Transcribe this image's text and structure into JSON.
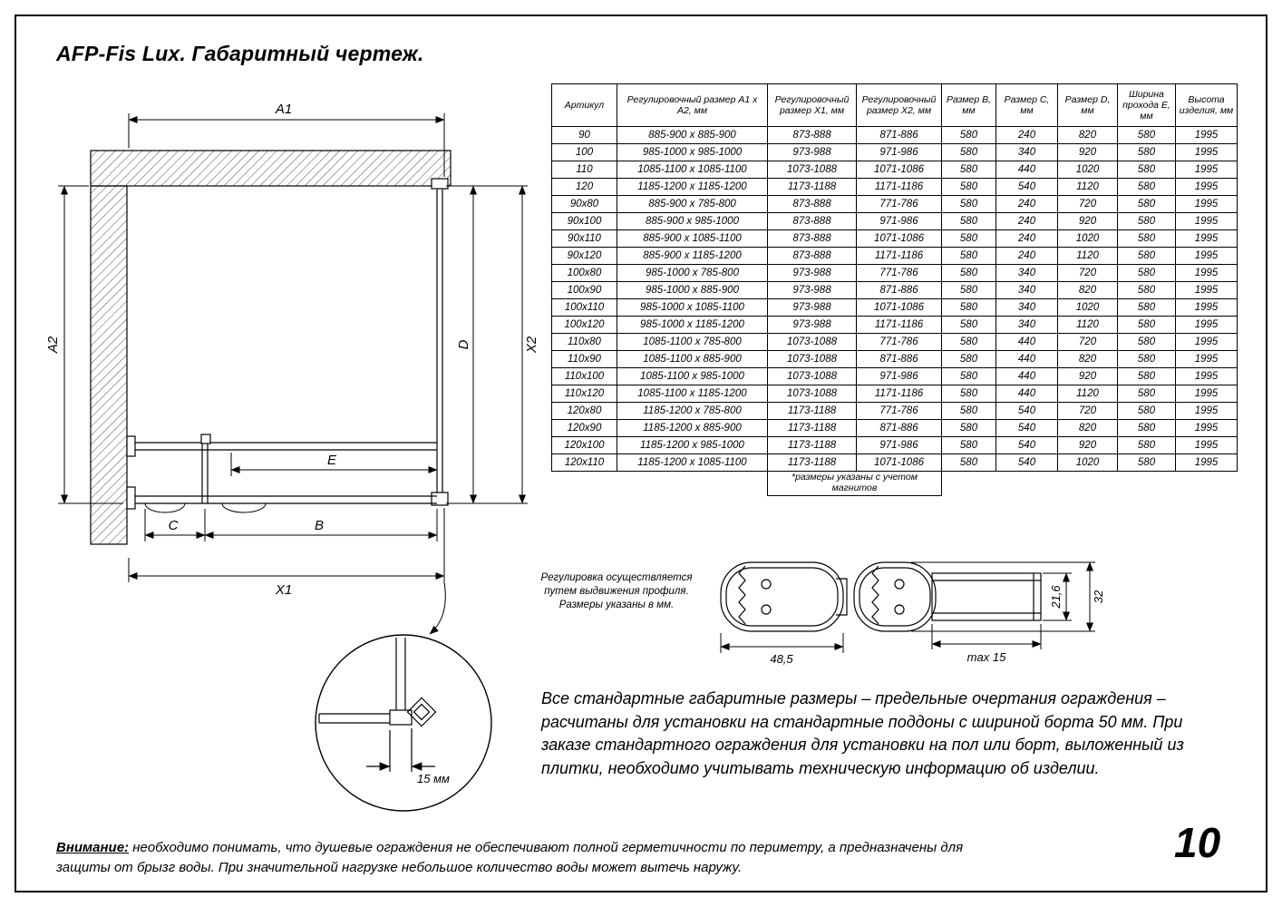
{
  "colors": {
    "ink": "#000000",
    "paper": "#ffffff"
  },
  "header": {
    "title": "AFP-Fis Lux. Габаритный чертеж."
  },
  "drawing": {
    "labels": {
      "a1": "A1",
      "a2": "A2",
      "x1": "X1",
      "x2": "X2",
      "b": "B",
      "c": "C",
      "d": "D",
      "e": "E"
    },
    "detail_dim": "15 мм"
  },
  "profiles": {
    "width": "48,5",
    "max_depth": "max 15",
    "inner_height": "21,6",
    "full_height": "32"
  },
  "table": {
    "headers": [
      "Артикул",
      "Регулировочный размер A1 x A2, мм",
      "Регулировочный размер X1, мм",
      "Регулировочный размер X2, мм",
      "Размер B, мм",
      "Размер C, мм",
      "Размер D, мм",
      "Ширина прохода E, мм",
      "Высота изделия, мм"
    ],
    "rows": [
      [
        "90",
        "885-900 x 885-900",
        "873-888",
        "871-886",
        "580",
        "240",
        "820",
        "580",
        "1995"
      ],
      [
        "100",
        "985-1000 x 985-1000",
        "973-988",
        "971-986",
        "580",
        "340",
        "920",
        "580",
        "1995"
      ],
      [
        "110",
        "1085-1100 x 1085-1100",
        "1073-1088",
        "1071-1086",
        "580",
        "440",
        "1020",
        "580",
        "1995"
      ],
      [
        "120",
        "1185-1200 x 1185-1200",
        "1173-1188",
        "1171-1186",
        "580",
        "540",
        "1120",
        "580",
        "1995"
      ],
      [
        "90x80",
        "885-900 x 785-800",
        "873-888",
        "771-786",
        "580",
        "240",
        "720",
        "580",
        "1995"
      ],
      [
        "90x100",
        "885-900 x 985-1000",
        "873-888",
        "971-986",
        "580",
        "240",
        "920",
        "580",
        "1995"
      ],
      [
        "90x110",
        "885-900 x 1085-1100",
        "873-888",
        "1071-1086",
        "580",
        "240",
        "1020",
        "580",
        "1995"
      ],
      [
        "90x120",
        "885-900 x 1185-1200",
        "873-888",
        "1171-1186",
        "580",
        "240",
        "1120",
        "580",
        "1995"
      ],
      [
        "100x80",
        "985-1000 x 785-800",
        "973-988",
        "771-786",
        "580",
        "340",
        "720",
        "580",
        "1995"
      ],
      [
        "100x90",
        "985-1000 x 885-900",
        "973-988",
        "871-886",
        "580",
        "340",
        "820",
        "580",
        "1995"
      ],
      [
        "100x110",
        "985-1000 x 1085-1100",
        "973-988",
        "1071-1086",
        "580",
        "340",
        "1020",
        "580",
        "1995"
      ],
      [
        "100x120",
        "985-1000 x 1185-1200",
        "973-988",
        "1171-1186",
        "580",
        "340",
        "1120",
        "580",
        "1995"
      ],
      [
        "110x80",
        "1085-1100 x 785-800",
        "1073-1088",
        "771-786",
        "580",
        "440",
        "720",
        "580",
        "1995"
      ],
      [
        "110x90",
        "1085-1100 x 885-900",
        "1073-1088",
        "871-886",
        "580",
        "440",
        "820",
        "580",
        "1995"
      ],
      [
        "110x100",
        "1085-1100 x 985-1000",
        "1073-1088",
        "971-986",
        "580",
        "440",
        "920",
        "580",
        "1995"
      ],
      [
        "110x120",
        "1085-1100 x 1185-1200",
        "1073-1088",
        "1171-1186",
        "580",
        "440",
        "1120",
        "580",
        "1995"
      ],
      [
        "120x80",
        "1185-1200 x 785-800",
        "1173-1188",
        "771-786",
        "580",
        "540",
        "720",
        "580",
        "1995"
      ],
      [
        "120x90",
        "1185-1200 x 885-900",
        "1173-1188",
        "871-886",
        "580",
        "540",
        "820",
        "580",
        "1995"
      ],
      [
        "120x100",
        "1185-1200 x 985-1000",
        "1173-1188",
        "971-986",
        "580",
        "540",
        "920",
        "580",
        "1995"
      ],
      [
        "120x110",
        "1185-1200 x 1085-1100",
        "1173-1188",
        "1071-1086",
        "580",
        "540",
        "1020",
        "580",
        "1995"
      ]
    ],
    "footnote": "*размеры указаны с учетом магнитов"
  },
  "notes": {
    "adjustment": "Регулировка осуществляется\nпутем выдвижения профиля.\nРазмеры указаны в мм.",
    "paragraph": "Все стандартные габаритные размеры – предельные очертания ограждения – расчитаны для установки на стандартные поддоны с шириной борта 50 мм. При заказе стандартного ограждения для установки на пол или борт, выложенный из плитки, необходимо учитывать техническую информацию об изделии.",
    "warning_label": "Внимание:",
    "warning_text": "необходимо понимать, что душевые ограждения не обеспечивают полной герметичности по периметру, а предназначены для защиты от брызг воды. При значительной нагрузке небольшое количество воды может вытечь наружу."
  },
  "footer": {
    "page_number": "10"
  }
}
